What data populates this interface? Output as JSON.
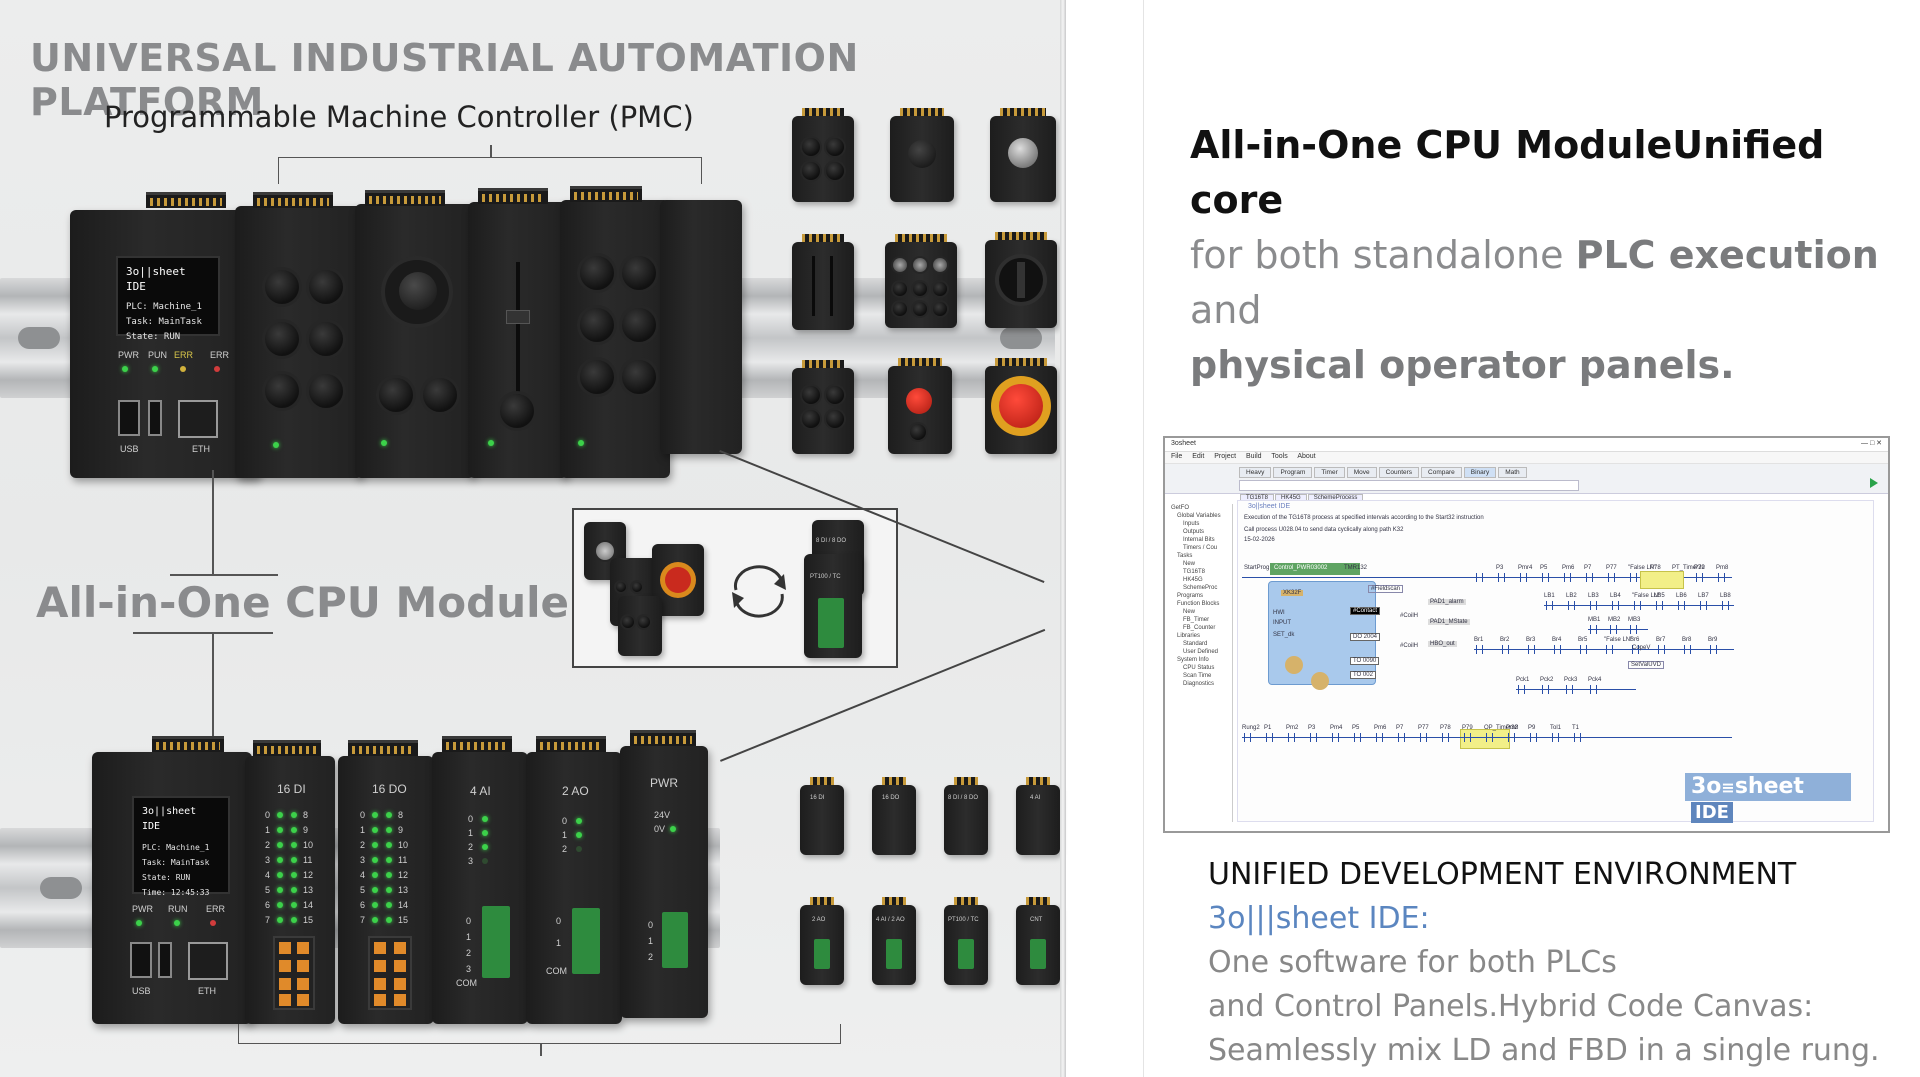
{
  "left": {
    "main_title": "UNIVERSAL INDUSTRIAL AUTOMATION PLATFORM",
    "pmc_title": "Programmable Machine Controller (PMC)",
    "cpu_title": "All-in-One CPU Module",
    "top_controller": {
      "screen": [
        "3o||sheet IDE",
        "PLC: Machine_1",
        "Task: MainTask",
        "State: RUN"
      ],
      "leds": [
        "PWR",
        "PUN",
        "ERR",
        "ERR"
      ],
      "ports": [
        "USB",
        "ETH"
      ]
    },
    "bottom_controller": {
      "screen": [
        "3o||sheet IDE",
        "PLC: Machine_1",
        "Task: MainTask",
        "State: RUN",
        "Time: 12:45:33"
      ],
      "leds": [
        "PWR",
        "RUN",
        "ERR"
      ],
      "ports": [
        "USB",
        "ETH"
      ],
      "modules": [
        {
          "title": "16 DI",
          "numbers_left": [
            "0",
            "1",
            "2",
            "3",
            "4",
            "5",
            "6",
            "7"
          ],
          "numbers_right": [
            "8",
            "9",
            "10",
            "11",
            "12",
            "13",
            "14",
            "15"
          ]
        },
        {
          "title": "16 DO",
          "numbers_left": [
            "0",
            "1",
            "2",
            "3",
            "4",
            "5",
            "6",
            "7"
          ],
          "numbers_right": [
            "8",
            "9",
            "10",
            "11",
            "12",
            "13",
            "14",
            "15"
          ]
        },
        {
          "title": "4 AI",
          "numbers": [
            "0",
            "1",
            "2",
            "3"
          ],
          "terminal": [
            "0",
            "1",
            "2",
            "3",
            "COM"
          ]
        },
        {
          "title": "2 AO",
          "numbers": [
            "0",
            "1",
            "2"
          ],
          "terminal": [
            "0",
            "1",
            "COM"
          ]
        },
        {
          "title": "PWR",
          "numbers": [
            "24V",
            "0V"
          ],
          "terminal": [
            "0",
            "1",
            "2"
          ]
        }
      ]
    },
    "thumbs_io": [
      "16 DI",
      "16 DO",
      "8 DI / 8 DO",
      "4 AI",
      "2 AO",
      "4 AI / 2 AO",
      "PT100 / TC",
      "CNT"
    ],
    "swap_labels": [
      "8 DI / 8 DO",
      "PT100 / TC"
    ]
  },
  "right": {
    "headline_strong": "All-in-One CPU ModuleUnified core",
    "headline_line2_a": "for both standalone ",
    "headline_line2_b": "PLC execution",
    "headline_line3": "and",
    "headline_line4": "physical operator panels.",
    "bottom_heading": "UNIFIED DEVELOPMENT ENVIRONMENT",
    "bottom_ide_name": "3o|||sheet IDE:",
    "bottom_line1": "One software for both PLCs",
    "bottom_line2": "and Control Panels.Hybrid Code Canvas:",
    "bottom_line3": "Seamlessly mix LD and FBD in a single rung."
  },
  "ide": {
    "window_title": "3osheet",
    "menu": [
      "File",
      "Edit",
      "Project",
      "Build",
      "Tools",
      "About"
    ],
    "ribbon_tabs": [
      "Heavy",
      "Program",
      "Timer",
      "Move",
      "Counters",
      "Compare",
      "Binary",
      "Math"
    ],
    "doc_tabs": [
      "TG16T8",
      "HK45G",
      "SchemeProcess"
    ],
    "tree": [
      "GetFO",
      "Global Variables",
      "Inputs",
      "Outputs",
      "Internal Bits",
      "Timers / Cou",
      "Tasks",
      "New",
      "TG16T8",
      "HK45G",
      "SchemeProc",
      "Programs",
      "Function Blocks",
      "New",
      "FB_Timer",
      "FB_Counter",
      "Libraries",
      "Standard",
      "User Defined",
      "System Info",
      "CPU Status",
      "Scan Time",
      "Diagnostics"
    ],
    "canvas_title": "3o||sheet IDE",
    "canvas_comment1": "Execution of the TG16T8 process at specified intervals according to the Start32 instruction",
    "canvas_comment2": "Call process U028.04 to send data cyclically along path K32",
    "canvas_date": "15-02-2026",
    "rung_labels_top": [
      "StartProg",
      "P3",
      "Pmr4",
      "P5",
      "Pm6",
      "P7",
      "P77",
      "\"False LN\"",
      "P78",
      "PT_Timer32",
      "P79",
      "Pm8"
    ],
    "rung_labels_mid": [
      "LB1",
      "LB2",
      "LB3",
      "LB4",
      "\"False LN\"",
      "LB5",
      "LB6",
      "LB7",
      "LB8"
    ],
    "rung_labels_low": [
      "MB1",
      "MB2",
      "MB3"
    ],
    "rung_labels_br": [
      "Br1",
      "Br2",
      "Br3",
      "Br4",
      "Br5",
      "\"False LN\"",
      "Br6",
      "Br7",
      "Br8",
      "Br9"
    ],
    "rung_labels_pck": [
      "Pck1",
      "Pck2",
      "Pck3",
      "Pck4"
    ],
    "rung2_labels": [
      "Rung2",
      "P1",
      "Pm2",
      "P3",
      "Pm4",
      "P5",
      "Pm6",
      "P7",
      "P77",
      "P78",
      "P79",
      "OP_Timer32",
      "Pm8",
      "P9",
      "Tol1",
      "T1"
    ],
    "fbd_block": "Control_PWR03002",
    "fbd_sub": "TMR132",
    "fbd_inner": [
      "XK32F",
      "HWI",
      "INPUT",
      "SET_dk",
      "DO 2004",
      "TO 0090",
      "TO 002",
      "#Contact",
      "#CoilH",
      "#CoilH"
    ],
    "fbd_side": [
      "PAD1_alarm",
      "PAD1_MState",
      "HBO_out",
      "#Fieldscan",
      "CopeV",
      "SetValUVD"
    ],
    "logo_text": "3o",
    "logo_sheet": "sheet",
    "logo_ide": "IDE"
  }
}
